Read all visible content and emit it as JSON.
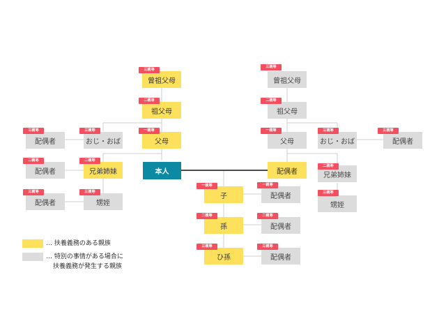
{
  "colors": {
    "support": "#fde05b",
    "special": "#dcdcdc",
    "self": "#0c8aa4",
    "degree_tag": "#f44f5e",
    "line": "#cfcfcf",
    "spouse_line": "#111111"
  },
  "self": {
    "label": "本人"
  },
  "own_side": {
    "great_grandparents": {
      "label": "曾祖父母",
      "degree": "三親等"
    },
    "grandparents": {
      "label": "祖父母",
      "degree": "二親等"
    },
    "parents": {
      "label": "父母",
      "degree": "一親等"
    },
    "uncle_aunt": {
      "label": "おじ・おば",
      "degree": "三親等"
    },
    "uncle_aunt_spouse": {
      "label": "配偶者",
      "degree": "三親等"
    },
    "siblings": {
      "label": "兄弟姉妹",
      "degree": "二親等"
    },
    "siblings_spouse": {
      "label": "配偶者",
      "degree": "二親等"
    },
    "nephew_niece": {
      "label": "甥姪",
      "degree": "三親等"
    },
    "nephew_niece_spouse": {
      "label": "配偶者",
      "degree": "三親等"
    }
  },
  "descendants": {
    "child": {
      "label": "子",
      "degree": "一親等"
    },
    "child_spouse": {
      "label": "配偶者",
      "degree": "一親等"
    },
    "grandchild": {
      "label": "孫",
      "degree": "二親等"
    },
    "grandchild_spouse": {
      "label": "配偶者",
      "degree": "二親等"
    },
    "great_grandchild": {
      "label": "ひ孫",
      "degree": "三親等"
    },
    "great_grandchild_spouse": {
      "label": "配偶者",
      "degree": "三親等"
    }
  },
  "spouse_side": {
    "spouse": {
      "label": "配偶者"
    },
    "great_grandparents": {
      "label": "曾祖父母",
      "degree": "三親等"
    },
    "grandparents": {
      "label": "祖父母",
      "degree": "二親等"
    },
    "parents": {
      "label": "父母",
      "degree": "一親等"
    },
    "uncle_aunt": {
      "label": "おじ・おば",
      "degree": "三親等"
    },
    "uncle_aunt_spouse": {
      "label": "配偶者",
      "degree": "三親等"
    },
    "siblings": {
      "label": "兄弟姉妹",
      "degree": "二親等"
    },
    "nephew_niece": {
      "label": "甥姪",
      "degree": "三親等"
    }
  },
  "legend": {
    "support": "… 扶養義務のある親族",
    "special_line1": "… 特別の事情がある場合に",
    "special_line2": "扶養義務が発生する親族"
  }
}
